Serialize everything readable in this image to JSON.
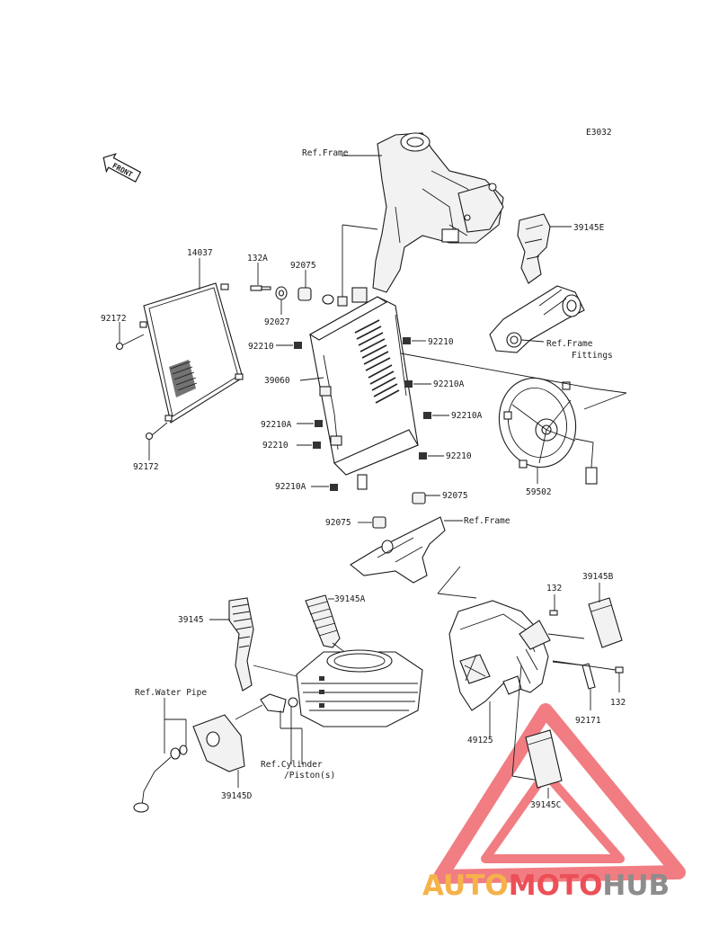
{
  "diagram": {
    "code": "E3032",
    "front_label": "FRONT",
    "labels": {
      "ref_frame_top": "Ref.Frame",
      "p39145E": "39145E",
      "p14037": "14037",
      "p132A": "132A",
      "p92075_top": "92075",
      "p92172_left": "92172",
      "p92027": "92027",
      "p92210_a": "92210",
      "p92210_b": "92210",
      "ref_frame_fittings_1": "Ref.Frame",
      "ref_frame_fittings_2": "Fittings",
      "p39060": "39060",
      "p92210A_a": "92210A",
      "p92210A_b": "92210A",
      "p92210A_c": "92210A",
      "p92210_c": "92210",
      "p92210_d": "92210",
      "p92172_bottom": "92172",
      "p92210A_d": "92210A",
      "p59502": "59502",
      "p92075_mid": "92075",
      "p92075_low": "92075",
      "ref_frame_low": "Ref.Frame",
      "p39145A": "39145A",
      "p39145": "39145",
      "p132_top": "132",
      "p39145B": "39145B",
      "ref_water_pipe": "Ref.Water Pipe",
      "p132_right": "132",
      "p92171": "92171",
      "p49125": "49125",
      "ref_cyl_1": "Ref.Cylinder",
      "ref_cyl_2": "/Piston(s)",
      "p39145D": "39145D",
      "p39145C": "39145C"
    }
  },
  "watermark": {
    "part1": "AUTO",
    "part2": "MOTO",
    "part3": "HUB",
    "colors": {
      "orange": "#f6b24a",
      "red": "#ec4f57",
      "gray": "#8d8d8d"
    }
  }
}
